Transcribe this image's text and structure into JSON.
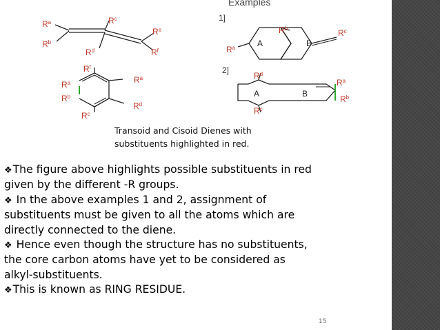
{
  "figure": {
    "header": "Examples",
    "diene_labels": {
      "ra": "R",
      "ra_sup": "a",
      "rb": "R",
      "rb_sup": "b",
      "rc": "R",
      "rc_sup": "c",
      "rd": "R",
      "rd_sup": "d",
      "re": "R",
      "re_sup": "e",
      "rf": "R",
      "rf_sup": "f"
    },
    "ring_labels": {
      "rf": "R",
      "rf_sup": "f",
      "ra": "R",
      "ra_sup": "a",
      "rb": "R",
      "rb_sup": "b",
      "rd": "R",
      "rd_sup": "d",
      "rc": "R",
      "rc_sup": "c"
    },
    "ex1": {
      "number": "1]",
      "ring_a": "A",
      "ring_b": "B",
      "rb": "R",
      "rb_sup": "b",
      "rc": "R",
      "rc_sup": "c",
      "ra": "R",
      "ra_sup": "a"
    },
    "ex2": {
      "number": "2]",
      "ring_a": "A",
      "ring_b": "B",
      "rd": "R",
      "rd_sup": "d",
      "ra": "R",
      "ra_sup": "a",
      "rb": "R",
      "rb_sup": "b",
      "rc": "R",
      "rc_sup": "c"
    },
    "colors": {
      "label_red": "#c0392b",
      "bond_green": "#2eaa2e",
      "bond_black": "#222222"
    }
  },
  "caption": {
    "line1": "Transoid and Cisoid Dienes with",
    "line2": "substituents highlighted in red."
  },
  "bullets": {
    "marker": "❖",
    "lines": [
      "The figure above highlights possible substituents in red",
      "given by the different -R groups.",
      " In the above examples 1 and 2, assignment of",
      "substituents  must be given to all the atoms which are",
      "directly connected to the diene.",
      " Hence even though the structure has no substituents,",
      "the core carbon atoms have yet to be considered as",
      "alkyl-substituents.",
      "This is known as RING RESIDUE."
    ]
  },
  "page_number": "15"
}
